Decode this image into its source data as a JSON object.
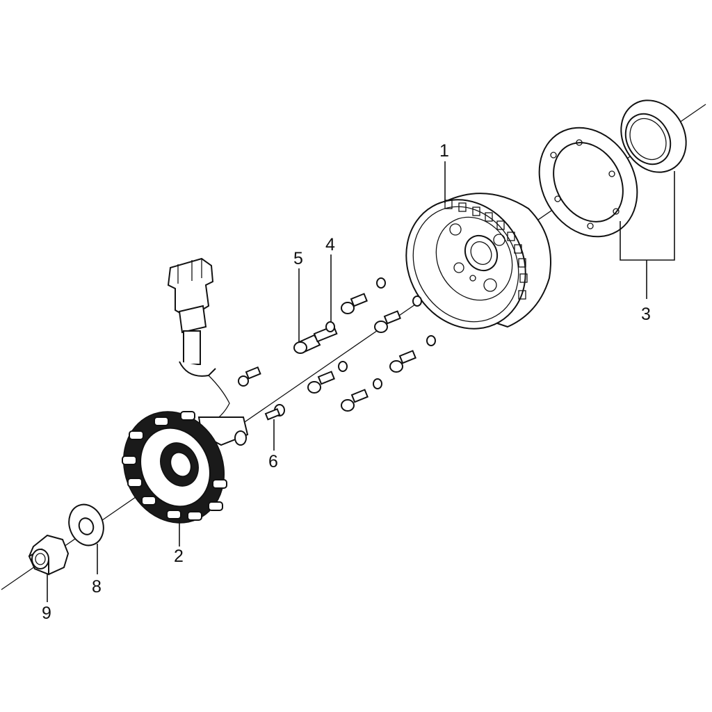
{
  "labels": {
    "l1": "1",
    "l2": "2",
    "l3": "3",
    "l4": "4",
    "l5": "5",
    "l6": "6",
    "l8": "8",
    "l9": "9"
  }
}
